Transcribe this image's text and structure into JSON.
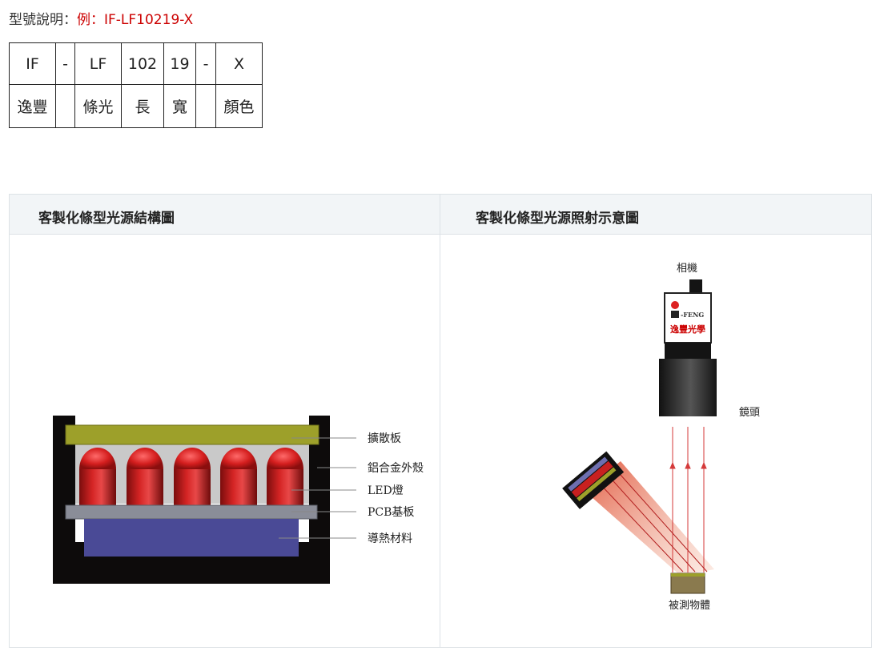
{
  "model": {
    "label": "型號說明：",
    "example": "例：IF-LF10219-X",
    "codes": [
      "IF",
      "-",
      "LF",
      "102",
      "19",
      "-",
      "X"
    ],
    "meanings": [
      "逸豐",
      "",
      "條光",
      "長",
      "寬",
      "",
      "顏色"
    ]
  },
  "panels": {
    "left_title": "客製化條型光源結構圖",
    "right_title": "客製化條型光源照射示意圖"
  },
  "structure": {
    "labels": [
      "擴散板",
      "鋁合金外殼",
      "LED燈",
      "PCB基板",
      "導熱材料"
    ],
    "colors": {
      "diffuser": "#9da02a",
      "led": "#cc1f1f",
      "pcb": "#8a8d98",
      "thermal": "#4a4a96",
      "housing": "#0d0b0b"
    }
  },
  "illumination": {
    "camera_label": "相機",
    "lens_label": "鏡頭",
    "object_label": "被測物體",
    "logo_text": "-FENG",
    "brand_text": "逸豐光學"
  }
}
